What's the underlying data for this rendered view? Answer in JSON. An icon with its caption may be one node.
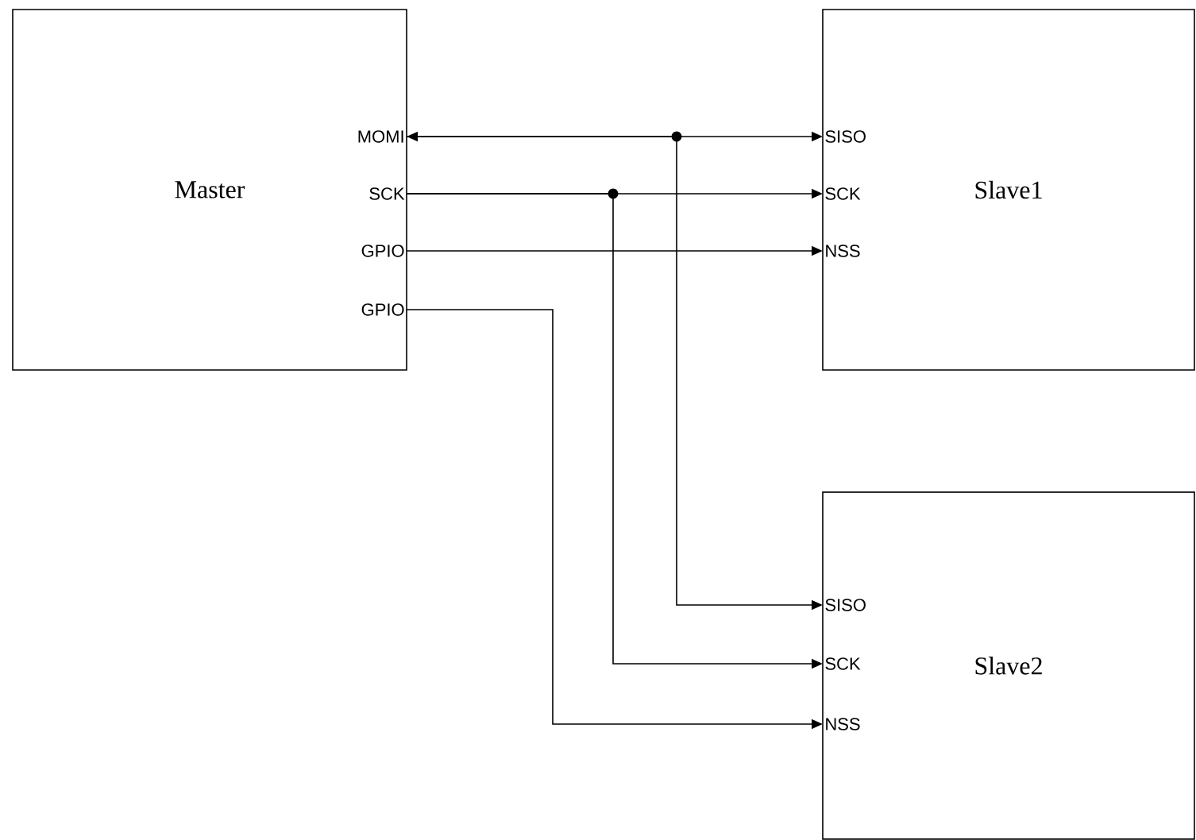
{
  "diagram": {
    "nodes": [
      {
        "text": [
          "Master"
        ]
      },
      {
        "text": [
          "MOMI"
        ],
        "in": 0
      },
      {
        "text": [
          "SCK"
        ],
        "in": 0
      },
      {
        "text": [
          "GPIO"
        ],
        "in": 0
      },
      {
        "text": [
          "GPIO"
        ],
        "in": 0
      },
      {
        "text": [
          "Slave1"
        ]
      },
      {
        "text": [
          "SISO"
        ],
        "in": 5
      },
      {
        "text": [
          "SCK"
        ],
        "in": 5
      },
      {
        "text": [
          "NSS"
        ],
        "in": 5
      },
      {
        "text": [
          "Slave2"
        ]
      },
      {
        "text": [
          "SISO"
        ],
        "in": 9
      },
      {
        "text": [
          "SCK"
        ],
        "in": 9
      },
      {
        "text": [
          "NSS"
        ],
        "in": 9
      }
    ],
    "edges": [
      {
        "from": 1,
        "to": 6,
        "arrow": "both"
      },
      {
        "from": 1,
        "to": 10,
        "arrow": "to"
      },
      {
        "from": 2,
        "to": 7,
        "arrow": "to"
      },
      {
        "from": 2,
        "to": 11,
        "arrow": "to"
      },
      {
        "from": 3,
        "to": 8,
        "arrow": "to"
      },
      {
        "from": 4,
        "to": 12,
        "arrow": "to"
      }
    ]
  }
}
